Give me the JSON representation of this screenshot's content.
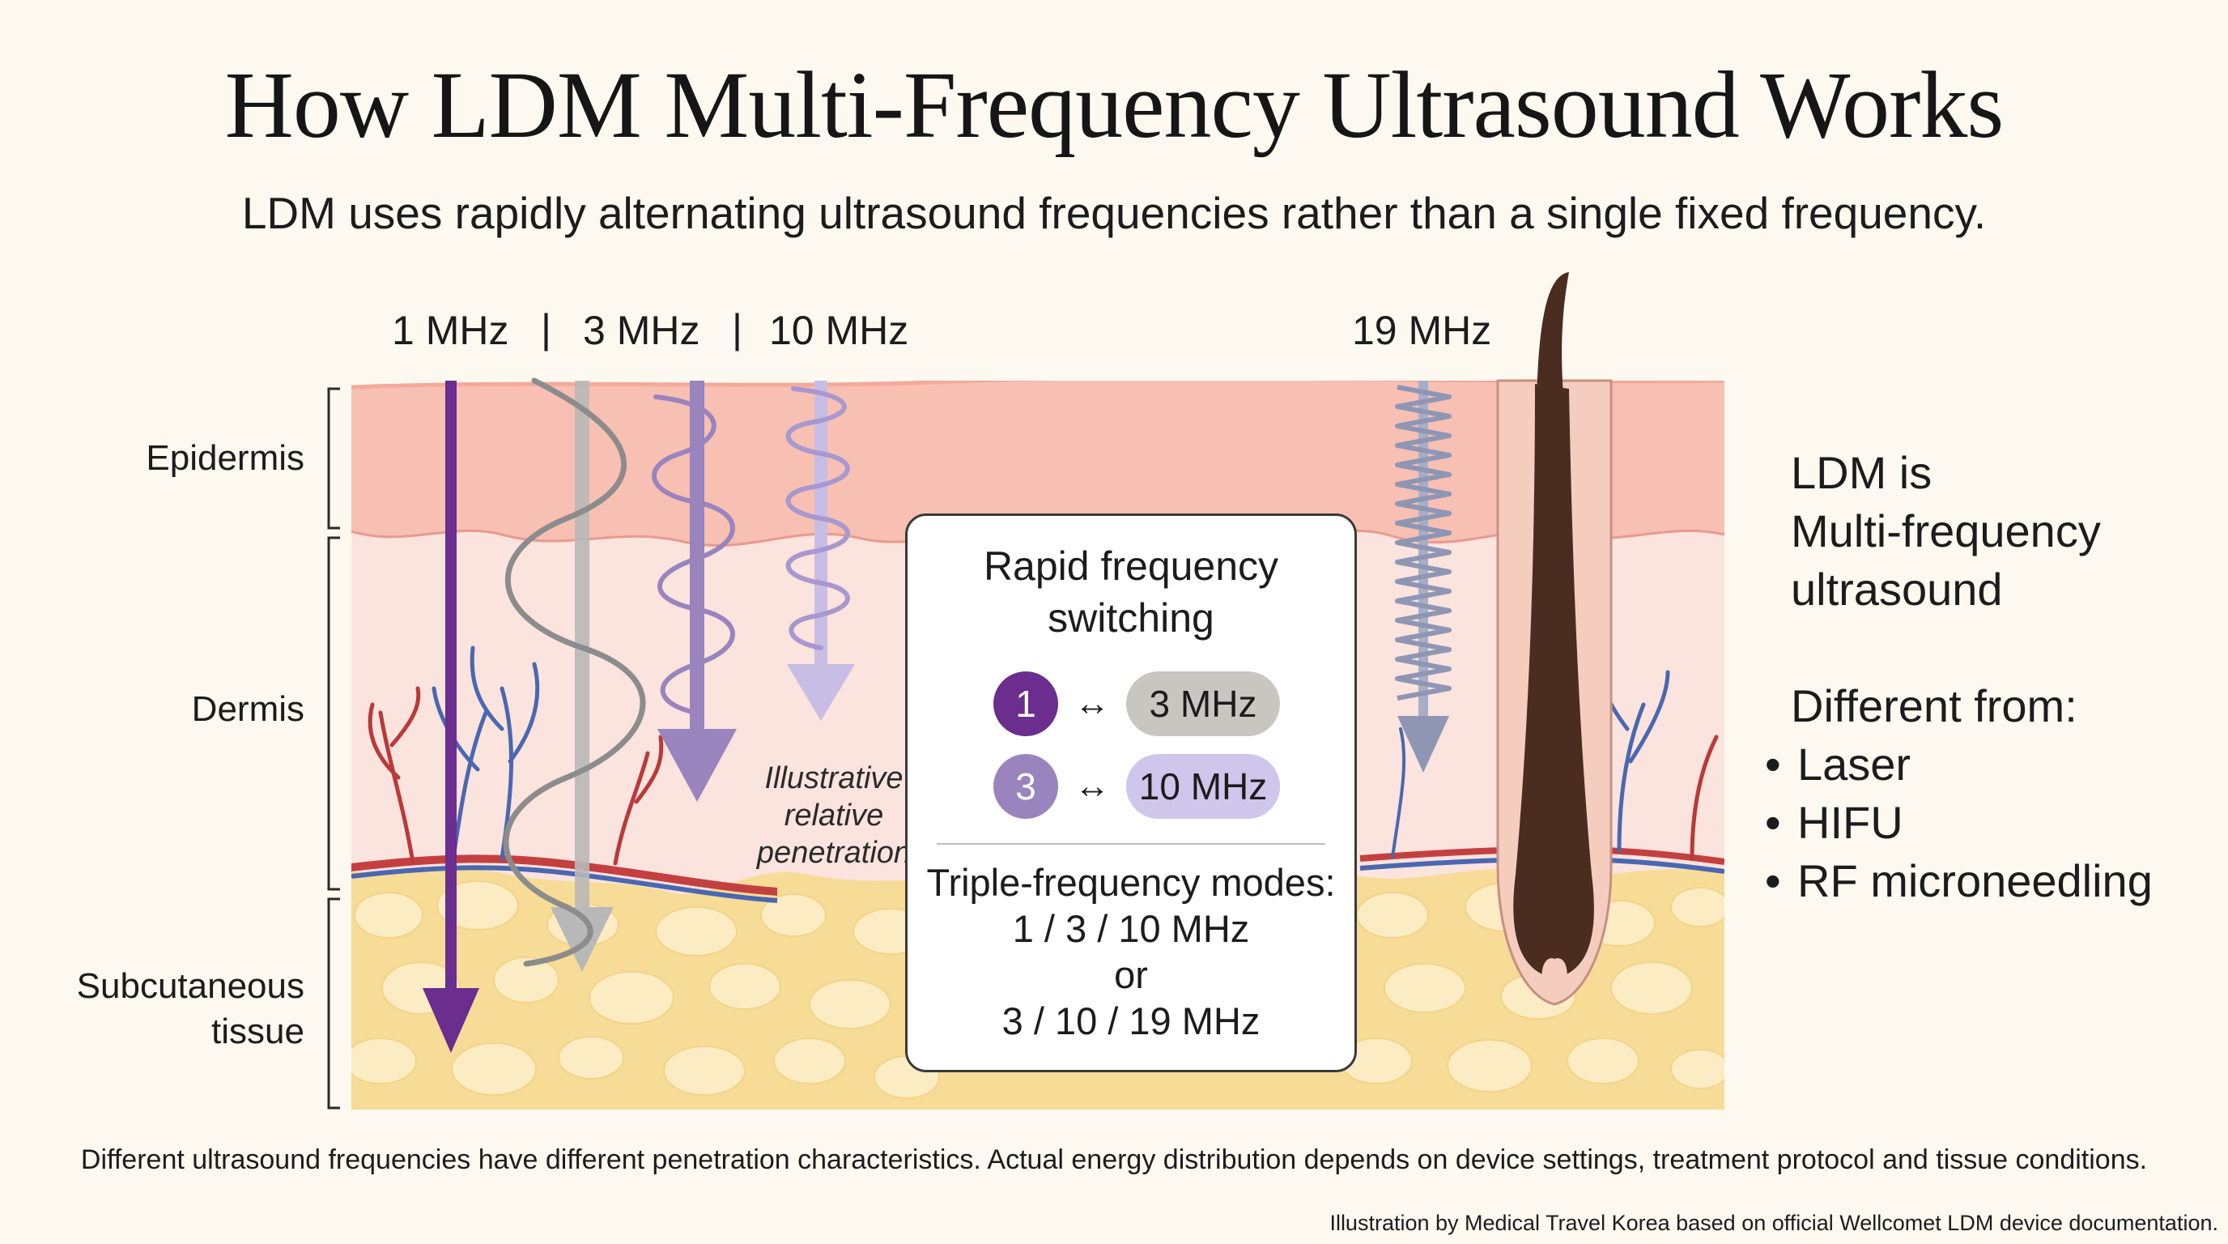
{
  "title": "How LDM Multi-Frequency Ultrasound Works",
  "subtitle": "LDM uses rapidly alternating ultrasound frequencies rather than a single fixed frequency.",
  "frequency_labels": {
    "f1": "1 MHz",
    "f3": "3 MHz",
    "f10": "10 MHz",
    "f19": "19 MHz",
    "separator": "|"
  },
  "layers": {
    "epidermis": "Epidermis",
    "dermis": "Dermis",
    "subcutaneous_line1": "Subcutaneous",
    "subcutaneous_line2": "tissue"
  },
  "illustrative_label": [
    "Illustrative",
    "relative",
    "penetration"
  ],
  "switch_box": {
    "title_line1": "Rapid frequency",
    "title_line2": "switching",
    "pairs": [
      {
        "from": "1",
        "arrow": "↔",
        "to": "3 MHz"
      },
      {
        "from": "3",
        "arrow": "↔",
        "to": "10 MHz"
      }
    ],
    "modes_heading": "Triple-frequency modes:",
    "mode_a": "1 / 3 / 10 MHz",
    "mode_or": "or",
    "mode_b": "3 / 10 / 19 MHz"
  },
  "side_panel": {
    "intro": [
      "LDM is",
      "Multi-frequency",
      "ultrasound"
    ],
    "diff_heading": "Different from:",
    "diff_items": [
      "Laser",
      "HIFU",
      "RF microneedling"
    ]
  },
  "footer_note": "Different ultrasound frequencies have different penetration characteristics. Actual energy distribution depends on device settings, treatment protocol and tissue conditions.",
  "credit": "Illustration by Medical Travel Korea based on official Wellcomet LDM device documentation.",
  "colors": {
    "f1": "#6b2d8e",
    "f3_wave": "#8c8c8c",
    "f3_arrow": "#b8b8b8",
    "f3_lilac": "#9a84be",
    "f10": "#b4a6d6",
    "f19": "#8e96b4",
    "epidermis": "#f7c0b3",
    "dermis": "#fbe2dd",
    "fat": "#f7dc98",
    "hair": "#4a2c20"
  }
}
